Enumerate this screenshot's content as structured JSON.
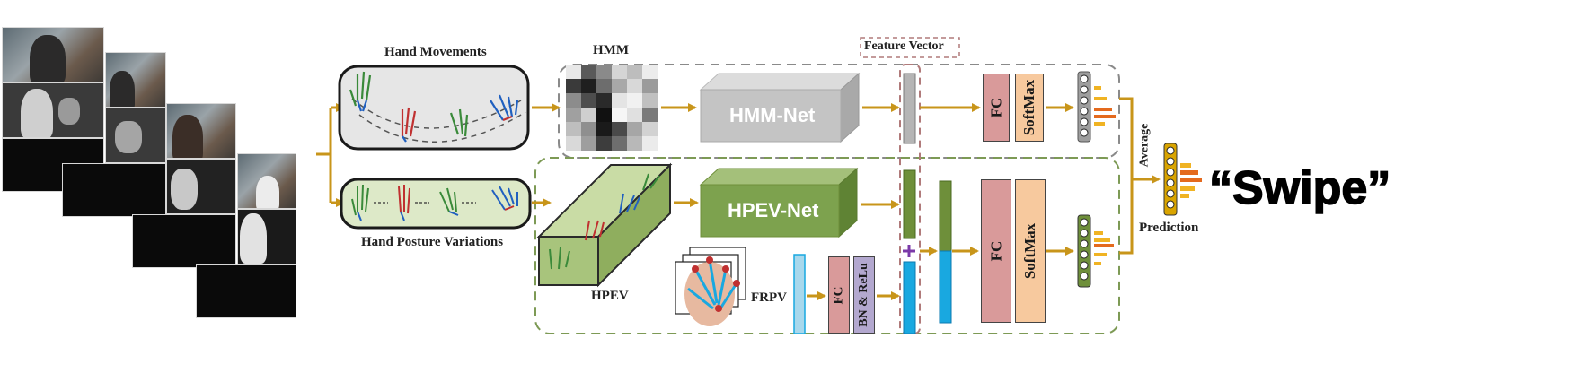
{
  "labels": {
    "hand_movements": "Hand Movements",
    "hand_posture_variations": "Hand Posture Variations",
    "hmm": "HMM",
    "feature_vector": "Feature Vector",
    "hmm_net": "HMM-Net",
    "hpev_net": "HPEV-Net",
    "hpev": "HPEV",
    "frpv": "FRPV",
    "fc": "FC",
    "softmax": "SoftMax",
    "bn_relu": "BN & ReLu",
    "average": "Average",
    "prediction": "Prediction",
    "output_class": "“Swipe”"
  },
  "colors": {
    "arrow": "#c8951a",
    "hmm_box_dash": "#8a8a8a",
    "hpev_box_dash": "#7d9a55",
    "feature_dash": "#b07a7a",
    "fc_fill": "#d99a9a",
    "softmax_fill": "#f7c99e",
    "bn_relu_fill": "#b3a8cf",
    "hmm_net_fill": "#c7c7c7",
    "hpev_net_fill": "#7da24e",
    "vector_blue": "#19a8e0",
    "vector_green": "#6e8f3a",
    "plus": "#7b3aa8"
  },
  "icons": [
    "skeleton-hand-icon",
    "hand-photo-icon",
    "heatmap-icon",
    "plus-icon"
  ]
}
